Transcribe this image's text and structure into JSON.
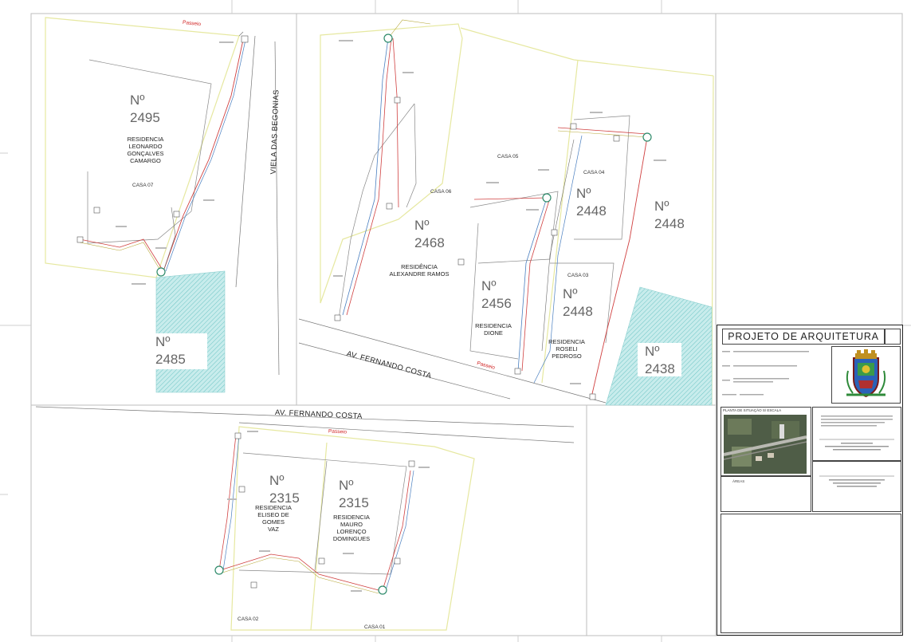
{
  "lots": {
    "n2495": {
      "number": "Nº\n2495"
    },
    "n2485": {
      "number": "Nº\n2485"
    },
    "n2468": {
      "number": "Nº\n2468"
    },
    "n2456": {
      "number": "Nº\n2456"
    },
    "n2448a": {
      "number": "Nº\n2448"
    },
    "n2448b": {
      "number": "Nº\n2448"
    },
    "n2448c": {
      "number": "Nº\n2448"
    },
    "n2438": {
      "number": "Nº\n2438"
    },
    "n2315a": {
      "number": "Nº\n2315"
    },
    "n2315b": {
      "number": "Nº\n2315"
    }
  },
  "residences": {
    "leonardo": "RESIDENCIA\nLEONARDO\nGONÇALVES\nCAMARGO",
    "alexandre": "RESIDÊNCIA\nALEXANDRE RAMOS",
    "dione": "RESIDENCIA\nDIONE",
    "roseli": "RESIDENCIA\nROSELI\nPEDROSO",
    "eliseo": "RESIDENCIA\nELISEO DE\nGOMES\nVAZ",
    "mauro": "RESIDENCIA\nMAURO\nLORENÇO\nDOMINGUES"
  },
  "casas": {
    "c07": "CASA 07",
    "c06": "CASA 06",
    "c05": "CASA 05",
    "c04": "CASA 04",
    "c03": "CASA 03",
    "c02": "CASA 02",
    "c01": "CASA 01"
  },
  "streets": {
    "viela": "VIELA DAS BEGONIAS",
    "av1": "AV. FERNANDO COSTA",
    "av2": "AV. FERNANDO COSTA"
  },
  "passeio": "Passeio",
  "title_block": {
    "title": "PROJETO DE ARQUITETURA",
    "planta_situacao": "PLANTA DE SITUAÇÃO S/ ESCALA",
    "areas": "ÁREAS"
  },
  "colors": {
    "lot_outline": "#e6e8a0",
    "water_line": "#4a7fc0",
    "sewer_line": "#d04040",
    "hatch": "#9fd6d6",
    "frame": "#bfbfbf"
  }
}
